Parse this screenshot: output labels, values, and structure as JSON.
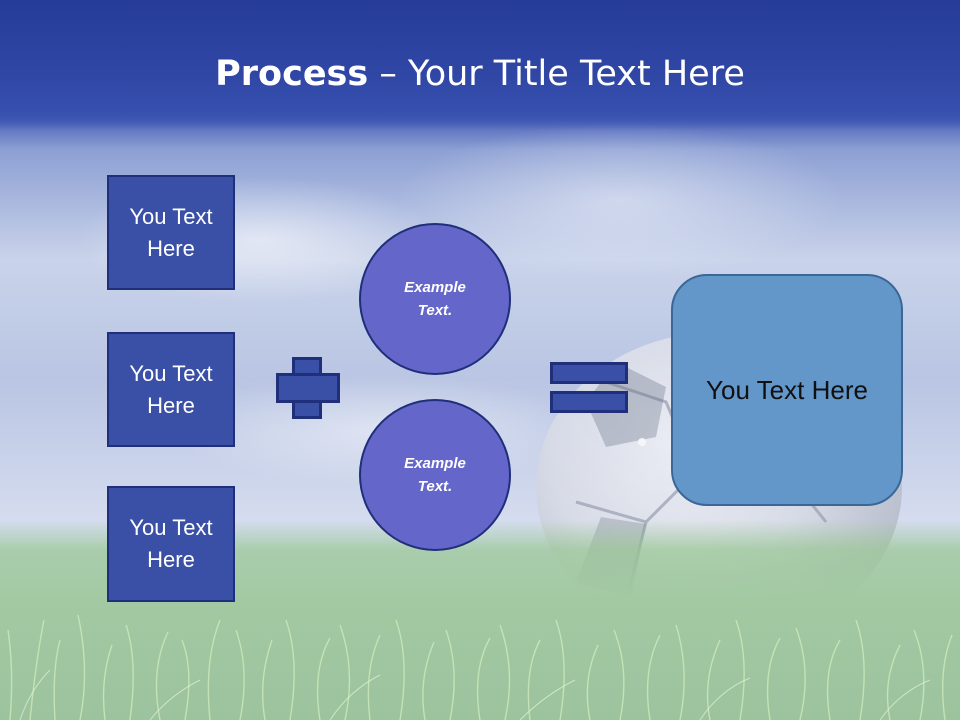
{
  "slide": {
    "title_bold": "Process",
    "title_rest": " – Your Title Text Here"
  },
  "left_boxes": [
    {
      "label": "You Text\nHere"
    },
    {
      "label": "You Text\nHere"
    },
    {
      "label": "You Text\nHere"
    }
  ],
  "circles": [
    {
      "label": "Example\nText."
    },
    {
      "label": "Example\nText."
    }
  ],
  "result": {
    "label": "You Text Here"
  },
  "colors": {
    "title_band": "#2d42a2",
    "box_fill": "#3a4fa6",
    "box_border": "#1f2f7a",
    "circle_fill": "#6466c9",
    "result_fill": "#6396c9"
  },
  "icons": [
    "plus-symbol",
    "equals-symbol"
  ]
}
